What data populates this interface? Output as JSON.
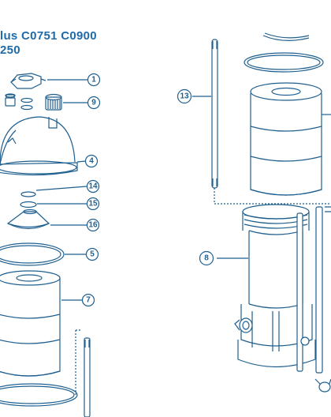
{
  "header": {
    "line1": "lus C0751 C0900",
    "line2": "250"
  },
  "callouts": {
    "c1": "1",
    "c9": "9",
    "c4": "4",
    "c14": "14",
    "c15": "15",
    "c16": "16",
    "c5": "5",
    "c7": "7",
    "c13": "13",
    "c8": "8"
  },
  "colors": {
    "outline": "#1f5f8f",
    "title": "#1f6aa8"
  }
}
